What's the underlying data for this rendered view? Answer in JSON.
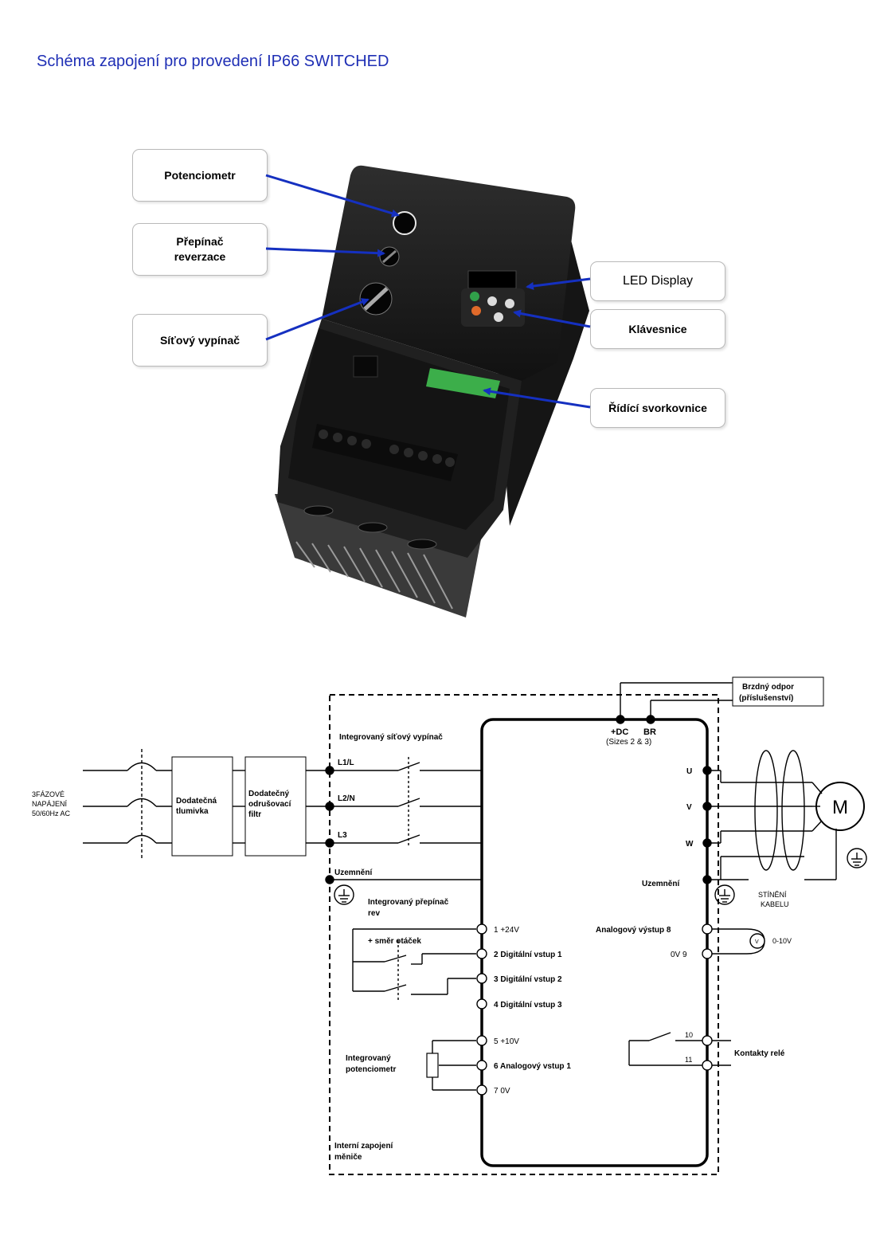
{
  "title": "Schéma zapojení pro provedení IP66 SWITCHED",
  "callouts": {
    "potenciometr": "Potenciometr",
    "prepinac": "Přepínač\nreverzace",
    "sitovy_vypinac": "Síťový vypínač",
    "led_display": "LED Display",
    "klavesnice": "Klávesnice",
    "svorkovnice": "Řídící svorkovnice"
  },
  "schematic": {
    "supply_lines": [
      "3FÁZOVÉ",
      "NAPÁJENÍ",
      "50/60Hz AC"
    ],
    "choke_lines": [
      "Dodatečná",
      "tlumivka"
    ],
    "filter_lines": [
      "Dodatečný",
      "odrušovací",
      "filtr"
    ],
    "integrated_switch": "Integrovaný síťový vypínač",
    "l1": "L1/L",
    "l2": "L2/N",
    "l3": "L3",
    "earth_left": "Uzemnění",
    "earth_right": "Uzemnění",
    "integrated_rev_lines": [
      "Integrovaný přepínač",
      "rev"
    ],
    "direction_label": "+ směr otáček",
    "t1": "1  +24V",
    "t2": "2  Digitální vstup 1",
    "t3": "3  Digitální vstup 2",
    "t4": "4  Digitální vstup 3",
    "t5": "5  +10V",
    "t6": "6  Analogový vstup 1",
    "t7": "7  0V",
    "integrated_pot_lines": [
      "Integrovaný",
      "potenciometr"
    ],
    "internal_lines": [
      "Interní zapojení",
      "měniče"
    ],
    "dc_plus": "+DC",
    "br": "BR",
    "sizes": "(Sizes 2 & 3)",
    "brake_lines": [
      "Brzdný odpor",
      "(příslušenství)"
    ],
    "u": "U",
    "v": "V",
    "w": "W",
    "motor": "M",
    "shield_lines": [
      "STÍNĚNÍ",
      "KABELU"
    ],
    "analog_out": "Analogový výstup 8",
    "ov9": "0V 9",
    "voltmeter": "V",
    "range": "0-10V",
    "t10": "10",
    "t11": "11",
    "relay": "Kontakty relé"
  },
  "colors": {
    "title": "#1f2fb5",
    "arrow": "#1530c0",
    "device": "#1c1c1c"
  }
}
